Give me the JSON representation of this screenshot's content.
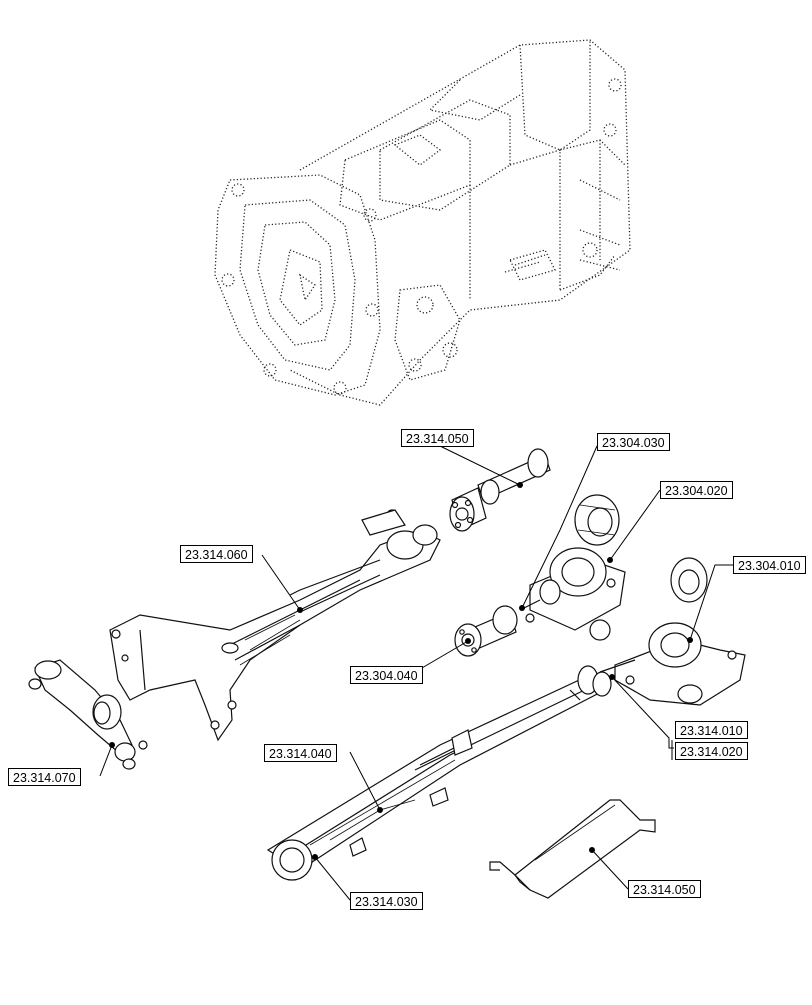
{
  "diagram": {
    "callouts": [
      {
        "id": "c1",
        "label": "23.314.050"
      },
      {
        "id": "c2",
        "label": "23.304.030"
      },
      {
        "id": "c3",
        "label": "23.304.020"
      },
      {
        "id": "c4",
        "label": "23.314.060"
      },
      {
        "id": "c5",
        "label": "23.304.010"
      },
      {
        "id": "c6",
        "label": "23.304.040"
      },
      {
        "id": "c7",
        "label": "23.314.010"
      },
      {
        "id": "c8",
        "label": "23.314.020"
      },
      {
        "id": "c9",
        "label": "23.314.040"
      },
      {
        "id": "c10",
        "label": "23.314.070"
      },
      {
        "id": "c11",
        "label": "23.314.030"
      },
      {
        "id": "c12",
        "label": "23.314.050"
      }
    ]
  }
}
